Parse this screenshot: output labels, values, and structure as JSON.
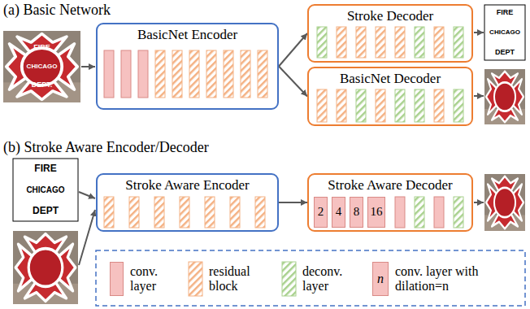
{
  "diagram": {
    "nodes": [
      {
        "text": [
          "BasicNet Encoder"
        ]
      },
      {
        "text": [
          "Stroke Decoder"
        ]
      },
      {
        "text": [
          "BasicNet Decoder"
        ]
      },
      {
        "text": [
          "Stroke Aware Encoder"
        ]
      },
      {
        "text": [
          "Stroke Aware Decoder"
        ]
      },
      {
        "text": [
          "2"
        ],
        "in": 4
      },
      {
        "text": [
          "4"
        ],
        "in": 4
      },
      {
        "text": [
          "8"
        ],
        "in": 4
      },
      {
        "text": [
          "16"
        ],
        "in": 4
      }
    ],
    "edges": [
      {
        "from": 0,
        "to": 1,
        "arrow": "to"
      },
      {
        "from": 0,
        "to": 2,
        "arrow": "to"
      },
      {
        "from": 3,
        "to": 4,
        "arrow": "to"
      }
    ],
    "labels": [
      "(a) Basic Network",
      "FIRE",
      "CHICAGO",
      "DEPT.",
      "FIRE",
      "CHICAGO",
      "DEPT",
      "(b) Stroke Aware Encoder/Decoder",
      "FIRE",
      "CHICAGO",
      "DEPT",
      "n"
    ],
    "legend": [
      {
        "text": "conv. layer",
        "color": "#f6c1c0"
      },
      {
        "text": "residual block"
      },
      {
        "text": "deconv. layer"
      },
      {
        "text": "conv. layer with dilation=n",
        "color": "#f6c1c0"
      }
    ]
  }
}
